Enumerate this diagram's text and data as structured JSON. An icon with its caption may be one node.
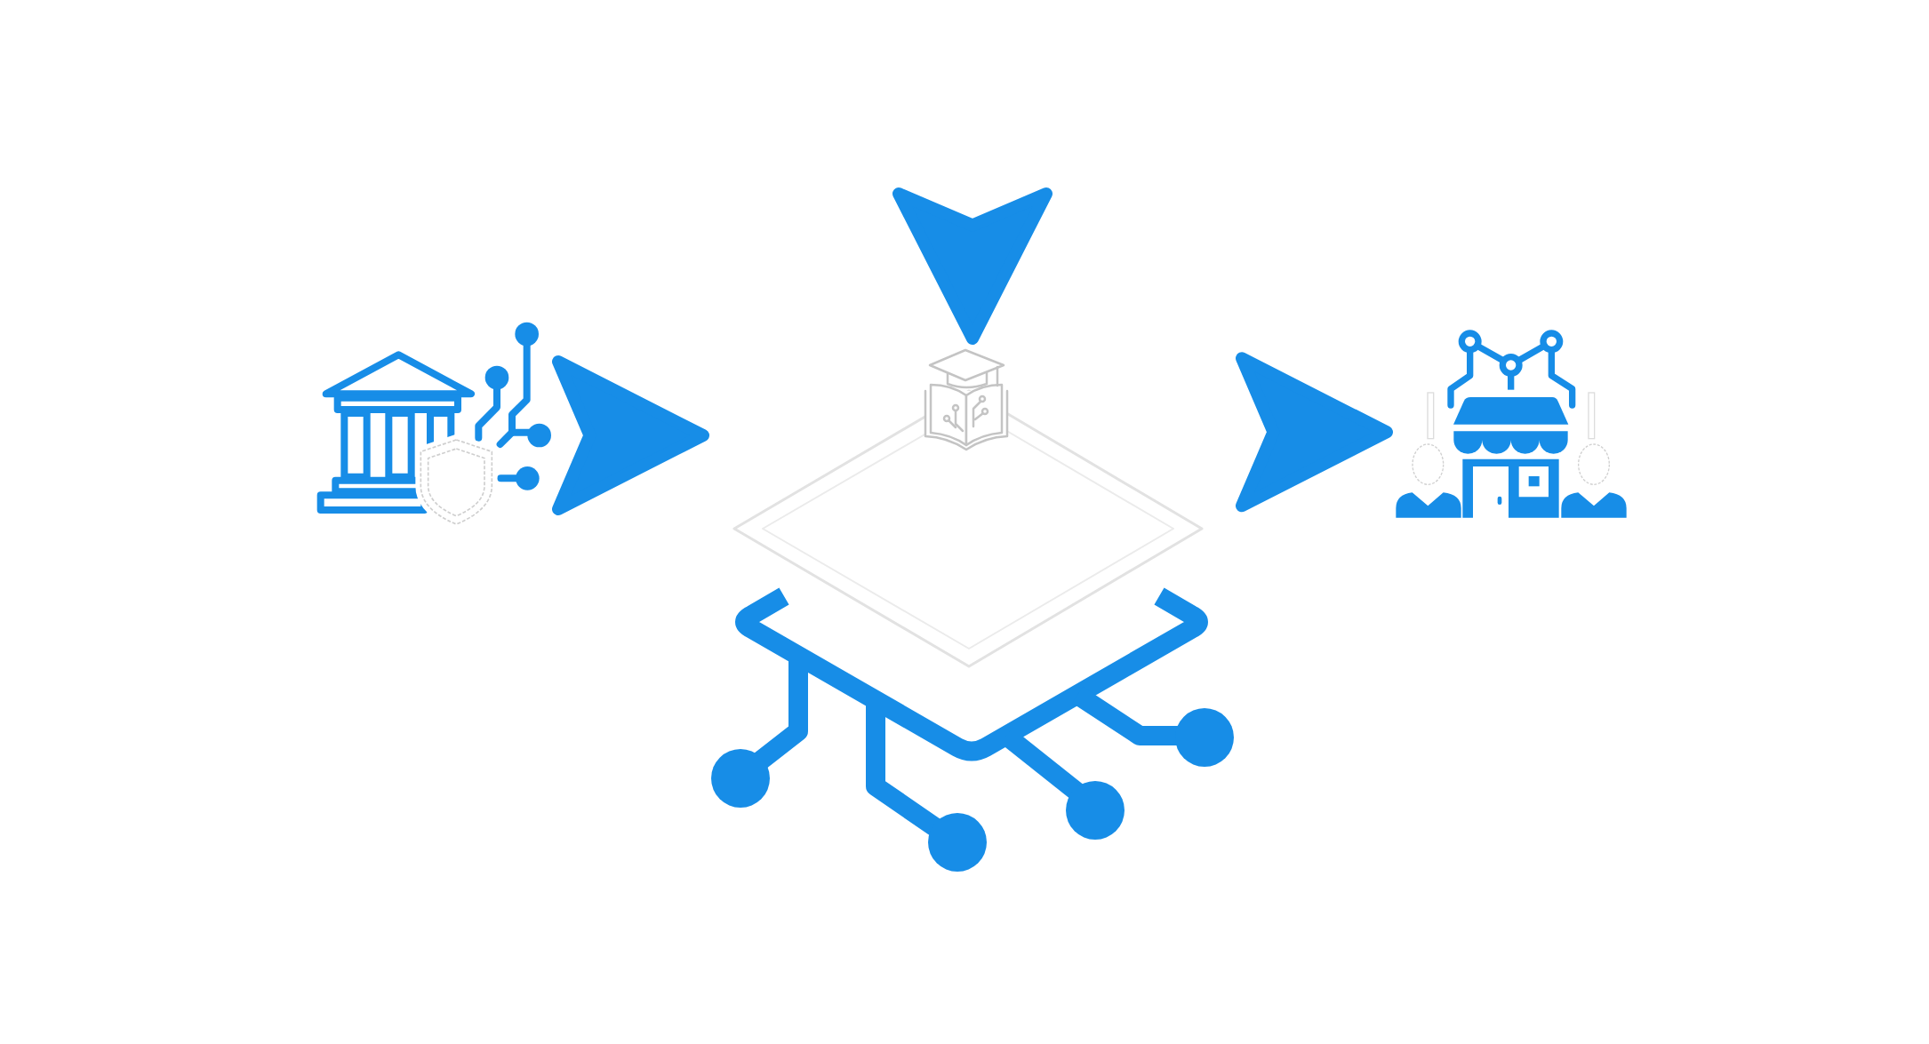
{
  "diagram": {
    "nodes": [
      {
        "text": [],
        "shape": "picture"
      },
      {
        "text": [],
        "shape": "picture"
      },
      {
        "text": [],
        "shape": "picture"
      }
    ],
    "edges": [
      {
        "from": 0,
        "to": 1,
        "arrow": "to"
      },
      {
        "from": null,
        "to": 1,
        "arrow": "to"
      },
      {
        "from": 1,
        "to": 2,
        "arrow": "to"
      }
    ]
  }
}
